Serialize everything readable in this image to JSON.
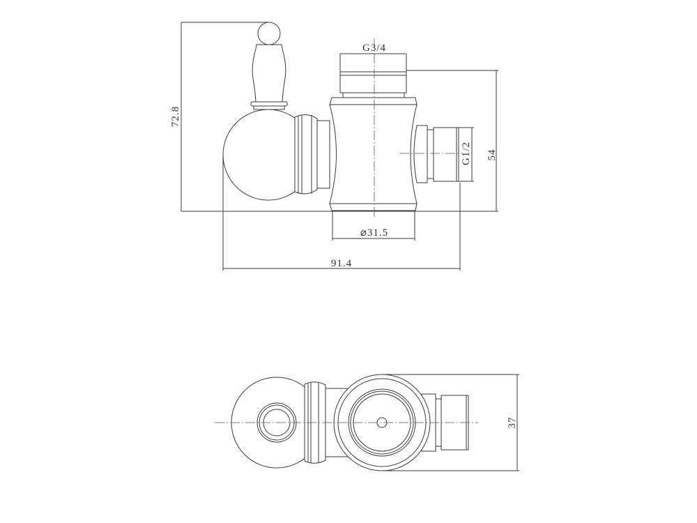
{
  "drawing": {
    "side_view": {
      "dimensions": {
        "overall_height": "72.8",
        "top_thread": "G3/4",
        "side_thread": "G1/2",
        "body_height": "54",
        "body_diameter": "⌀31.5",
        "overall_length": "91.4"
      }
    },
    "top_view": {
      "dimensions": {
        "width": "37"
      }
    }
  },
  "colors": {
    "line": "#3a3a3a",
    "background": "#ffffff"
  }
}
